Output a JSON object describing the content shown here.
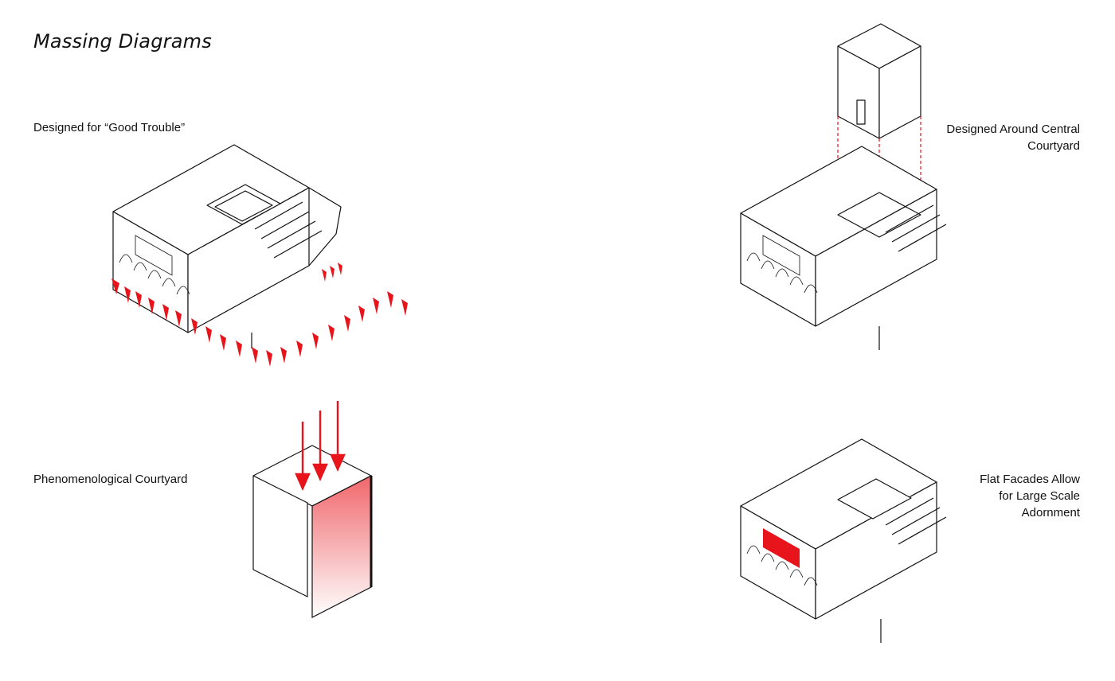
{
  "page": {
    "title": "Massing Diagrams"
  },
  "labels": {
    "good_trouble": "Designed for “Good Trouble”",
    "central_courtyard": [
      "Designed Around Central",
      "Courtyard"
    ],
    "phenomenological": "Phenomenological Courtyard",
    "flat_facades": [
      "Flat Facades Allow",
      "for Large Scale",
      "Adornment"
    ]
  },
  "colors": {
    "accent": "#e8141b",
    "line": "#111111",
    "background": "#ffffff"
  }
}
